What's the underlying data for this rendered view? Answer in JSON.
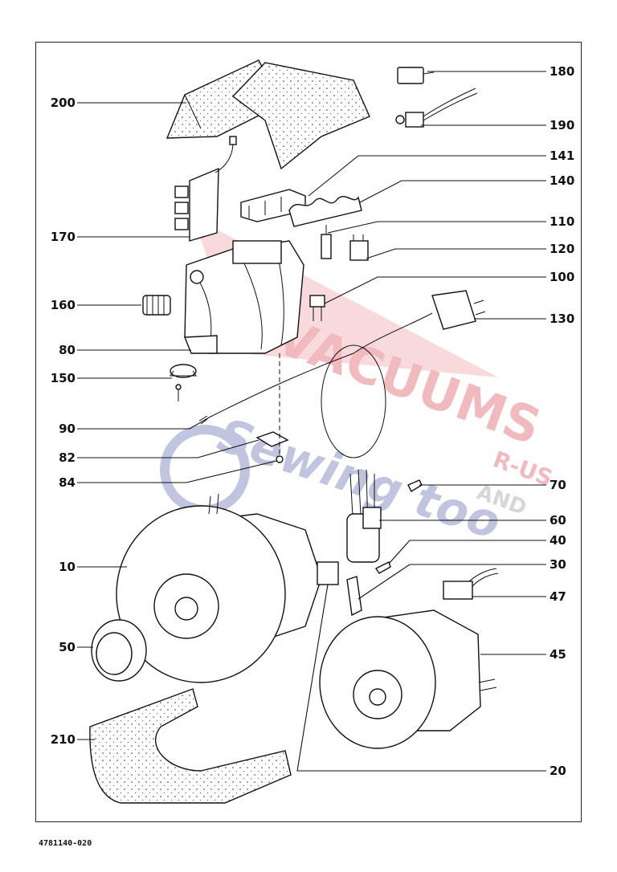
{
  "document_code": "4781140-020",
  "watermark": {
    "line1": "VACUUMS",
    "line2": "R-US",
    "line3": "AND",
    "line4": "Sewing too",
    "colors": {
      "red": "#e7838a",
      "blue": "#8d95c6"
    }
  },
  "callouts_left": [
    {
      "id": "200",
      "label": "200"
    },
    {
      "id": "170",
      "label": "170"
    },
    {
      "id": "160",
      "label": "160"
    },
    {
      "id": "80",
      "label": "80"
    },
    {
      "id": "150",
      "label": "150"
    },
    {
      "id": "90",
      "label": "90"
    },
    {
      "id": "82",
      "label": "82"
    },
    {
      "id": "84",
      "label": "84"
    },
    {
      "id": "10",
      "label": "10"
    },
    {
      "id": "50",
      "label": "50"
    },
    {
      "id": "210",
      "label": "210"
    }
  ],
  "callouts_right": [
    {
      "id": "180",
      "label": "180"
    },
    {
      "id": "190",
      "label": "190"
    },
    {
      "id": "141",
      "label": "141"
    },
    {
      "id": "140",
      "label": "140"
    },
    {
      "id": "110",
      "label": "110"
    },
    {
      "id": "120",
      "label": "120"
    },
    {
      "id": "100",
      "label": "100"
    },
    {
      "id": "130",
      "label": "130"
    },
    {
      "id": "70",
      "label": "70"
    },
    {
      "id": "60",
      "label": "60"
    },
    {
      "id": "40",
      "label": "40"
    },
    {
      "id": "30",
      "label": "30"
    },
    {
      "id": "47",
      "label": "47"
    },
    {
      "id": "45",
      "label": "45"
    },
    {
      "id": "20",
      "label": "20"
    }
  ]
}
